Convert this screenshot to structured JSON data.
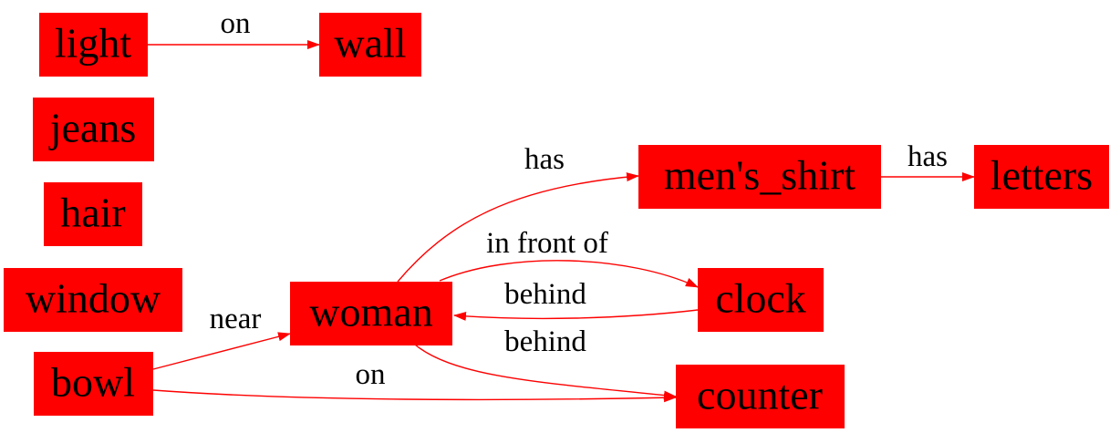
{
  "colors": {
    "node_fill": "#ff0000",
    "edge": "#ff0000",
    "text": "#000000"
  },
  "nodes": {
    "light": "light",
    "wall": "wall",
    "jeans": "jeans",
    "hair": "hair",
    "window": "window",
    "bowl": "bowl",
    "woman": "woman",
    "mens_shirt": "men's_shirt",
    "letters": "letters",
    "clock": "clock",
    "counter": "counter"
  },
  "edges": {
    "light_wall": "on",
    "mens_shirt_letters": "has",
    "woman_mens_shirt": "has",
    "woman_clock": "in front of",
    "clock_woman": "behind",
    "woman_counter": "behind",
    "bowl_woman": "near",
    "bowl_counter": "on"
  }
}
